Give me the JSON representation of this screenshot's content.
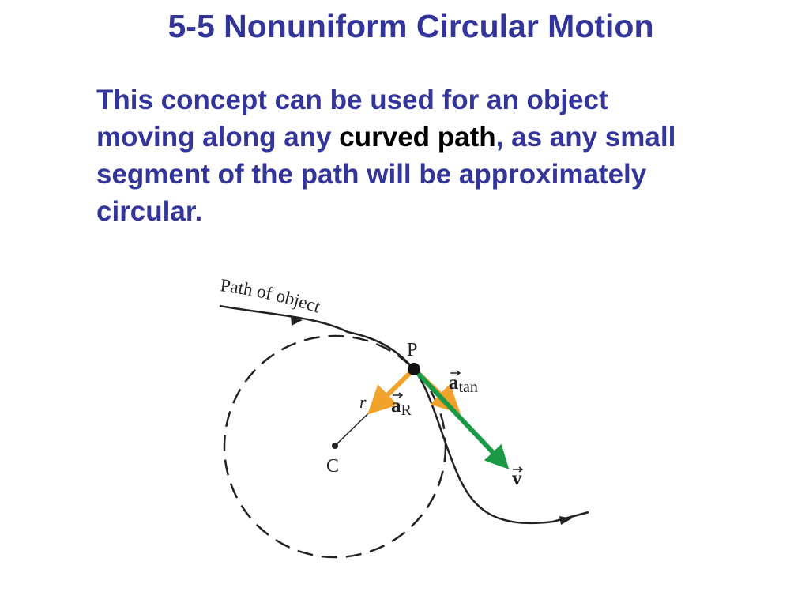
{
  "slide": {
    "title": "5-5 Nonuniform Circular Motion",
    "body": {
      "part1": "This concept can be used for an object moving along any ",
      "highlight": "curved path",
      "part2": ", as any small segment of the path will be approximately circular."
    }
  },
  "figure": {
    "path_label": "Path of object",
    "point_label": "P",
    "center_label": "C",
    "radius_label": "r",
    "a_radial_symbol": "a",
    "a_radial_subscript": "R",
    "a_tan_symbol": "a",
    "a_tan_subscript": "tan",
    "velocity_symbol": "v",
    "colors": {
      "text": "#33359a",
      "highlight": "#000000",
      "acceleration": "#f0a22a",
      "velocity": "#1b9a46",
      "path": "#222222"
    }
  }
}
